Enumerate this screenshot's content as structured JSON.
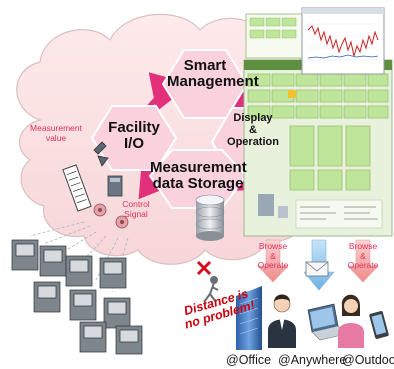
{
  "hubs": {
    "smart_management": "Smart\nManagement",
    "facility_io": "Facility\nI/O",
    "display_operation": "Display\n&\nOperation",
    "measurement_storage": "Measurement\ndata Storage"
  },
  "labels": {
    "measurement_value": "Measurement\nvalue",
    "control_signal": "Control\nSignal",
    "browse_operate_left": "Browse\n&\nOperate",
    "browse_operate_right": "Browse\n&\nOperate",
    "distance_note": "Distance is\nno problem!"
  },
  "locations": [
    "@Office",
    "@Anywhere",
    "@Outdoor"
  ],
  "colors": {
    "cloud_fill": "#fbe2e2",
    "cloud_stroke": "#d8c0c0",
    "hexagon_fill": "#f9d2de",
    "cycle_arrow": "#e2307a",
    "label_red": "#e0305a",
    "screen_green": "#bfe59a",
    "chart_line": "#cf2020"
  },
  "icons": [
    "server-icon",
    "database-icon",
    "camera-sensor-icon",
    "valve-icon",
    "controller-cabinet-icon",
    "user-icon",
    "laptop-icon",
    "smartphone-icon",
    "office-building-icon",
    "mail-icon",
    "x-mark-icon"
  ]
}
